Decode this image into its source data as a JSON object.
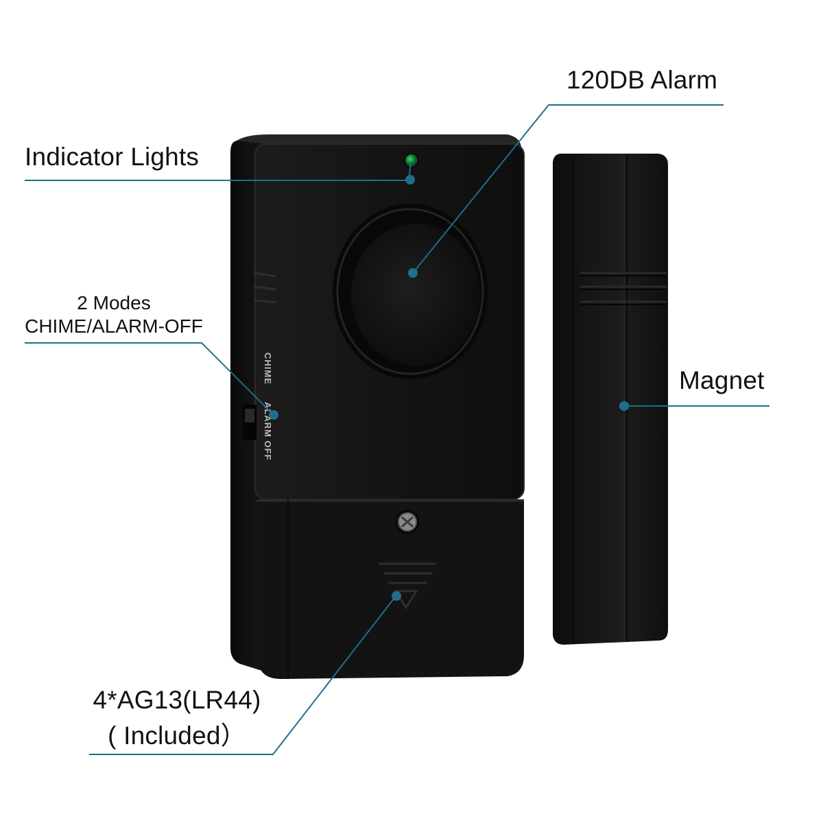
{
  "accent_color": "#1f6f8b",
  "device_color": "#161616",
  "callouts": {
    "alarm": "120DB Alarm",
    "lights": "Indicator Lights",
    "modes_line1": "2 Modes",
    "modes_line2": "CHIME/ALARM-OFF",
    "magnet": "Magnet",
    "battery_line1": "4*AG13(LR44)",
    "battery_line2": "( Included）"
  },
  "switch_labels": {
    "chime": "CHIME",
    "alarm_off": "ALARM OFF"
  }
}
